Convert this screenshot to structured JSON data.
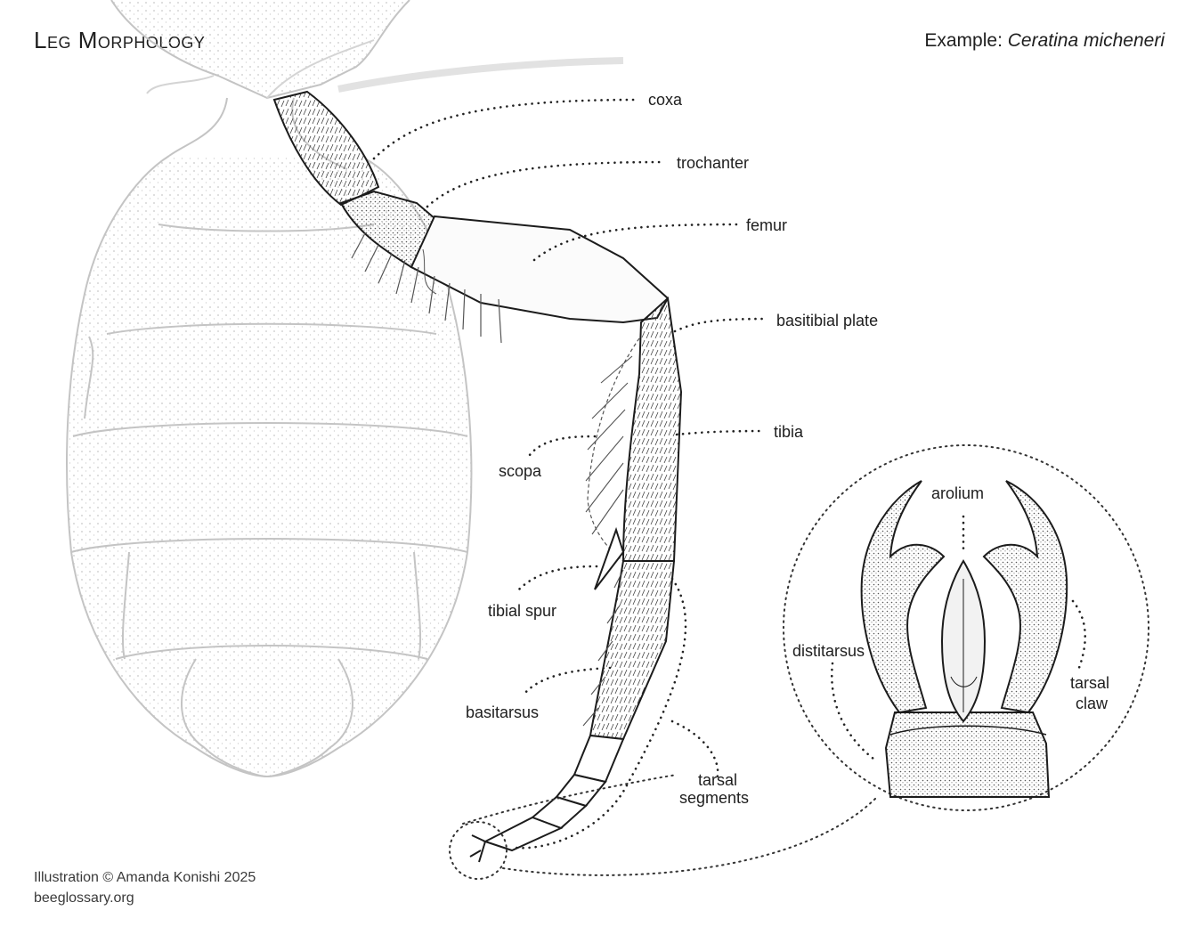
{
  "header": {
    "title": "Leg Morphology",
    "example_prefix": "Example:",
    "example_species": "Ceratina micheneri"
  },
  "labels": {
    "coxa": "coxa",
    "trochanter": "trochanter",
    "femur": "femur",
    "basitibial_plate": "basitibial plate",
    "tibia": "tibia",
    "scopa": "scopa",
    "tibial_spur": "tibial spur",
    "basitarsus": "basitarsus",
    "tarsal_segments_1": "tarsal",
    "tarsal_segments_2": "segments",
    "arolium": "arolium",
    "distitarsus": "distitarsus",
    "tarsal_claw_1": "tarsal",
    "tarsal_claw_2": "claw"
  },
  "footer": {
    "credit": "Illustration © Amanda Konishi 2025",
    "site": "beeglossary.org"
  }
}
